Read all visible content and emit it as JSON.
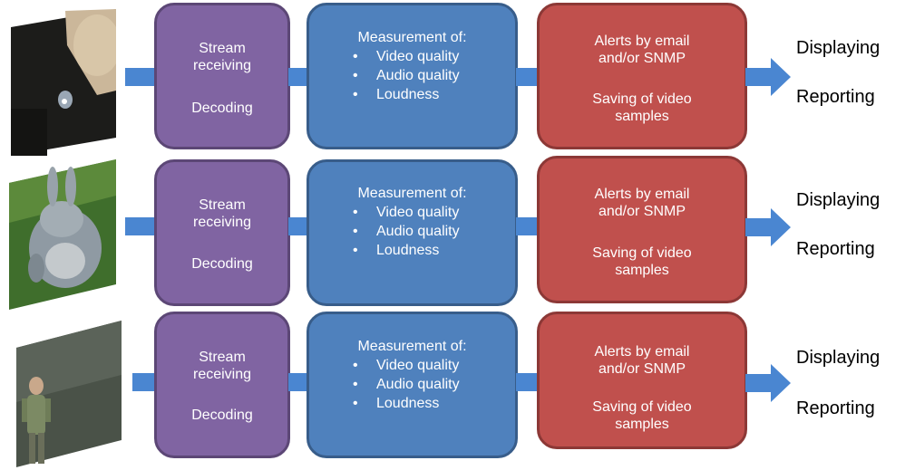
{
  "rows": [
    {
      "thumbnail": "dark-scene-with-light",
      "receiving": {
        "line1": "Stream",
        "line2": "receiving",
        "line3": "Decoding"
      },
      "measurement": {
        "title": "Measurement of:",
        "items": [
          "Video quality",
          "Audio quality",
          "Loudness"
        ]
      },
      "alerts": {
        "line1": "Alerts by email",
        "line2": "and/or SNMP",
        "line3": "Saving of video",
        "line4": "samples"
      },
      "outputs": {
        "display": "Displaying",
        "report": "Reporting"
      }
    },
    {
      "thumbnail": "animated-rabbit-character",
      "receiving": {
        "line1": "Stream",
        "line2": "receiving",
        "line3": "Decoding"
      },
      "measurement": {
        "title": "Measurement of:",
        "items": [
          "Video quality",
          "Audio quality",
          "Loudness"
        ]
      },
      "alerts": {
        "line1": "Alerts by email",
        "line2": "and/or SNMP",
        "line3": "Saving of video",
        "line4": "samples"
      },
      "outputs": {
        "display": "Displaying",
        "report": "Reporting"
      }
    },
    {
      "thumbnail": "animated-character-dark-background",
      "receiving": {
        "line1": "Stream",
        "line2": "receiving",
        "line3": "Decoding"
      },
      "measurement": {
        "title": "Measurement of:",
        "items": [
          "Video quality",
          "Audio quality",
          "Loudness"
        ]
      },
      "alerts": {
        "line1": "Alerts by email",
        "line2": "and/or SNMP",
        "line3": "Saving of video",
        "line4": "samples"
      },
      "outputs": {
        "display": "Displaying",
        "report": "Reporting"
      }
    }
  ],
  "colors": {
    "receiving": "#8064a2",
    "measurement": "#4f81bd",
    "alerts": "#c0504d",
    "arrow": "#4a86d1"
  }
}
